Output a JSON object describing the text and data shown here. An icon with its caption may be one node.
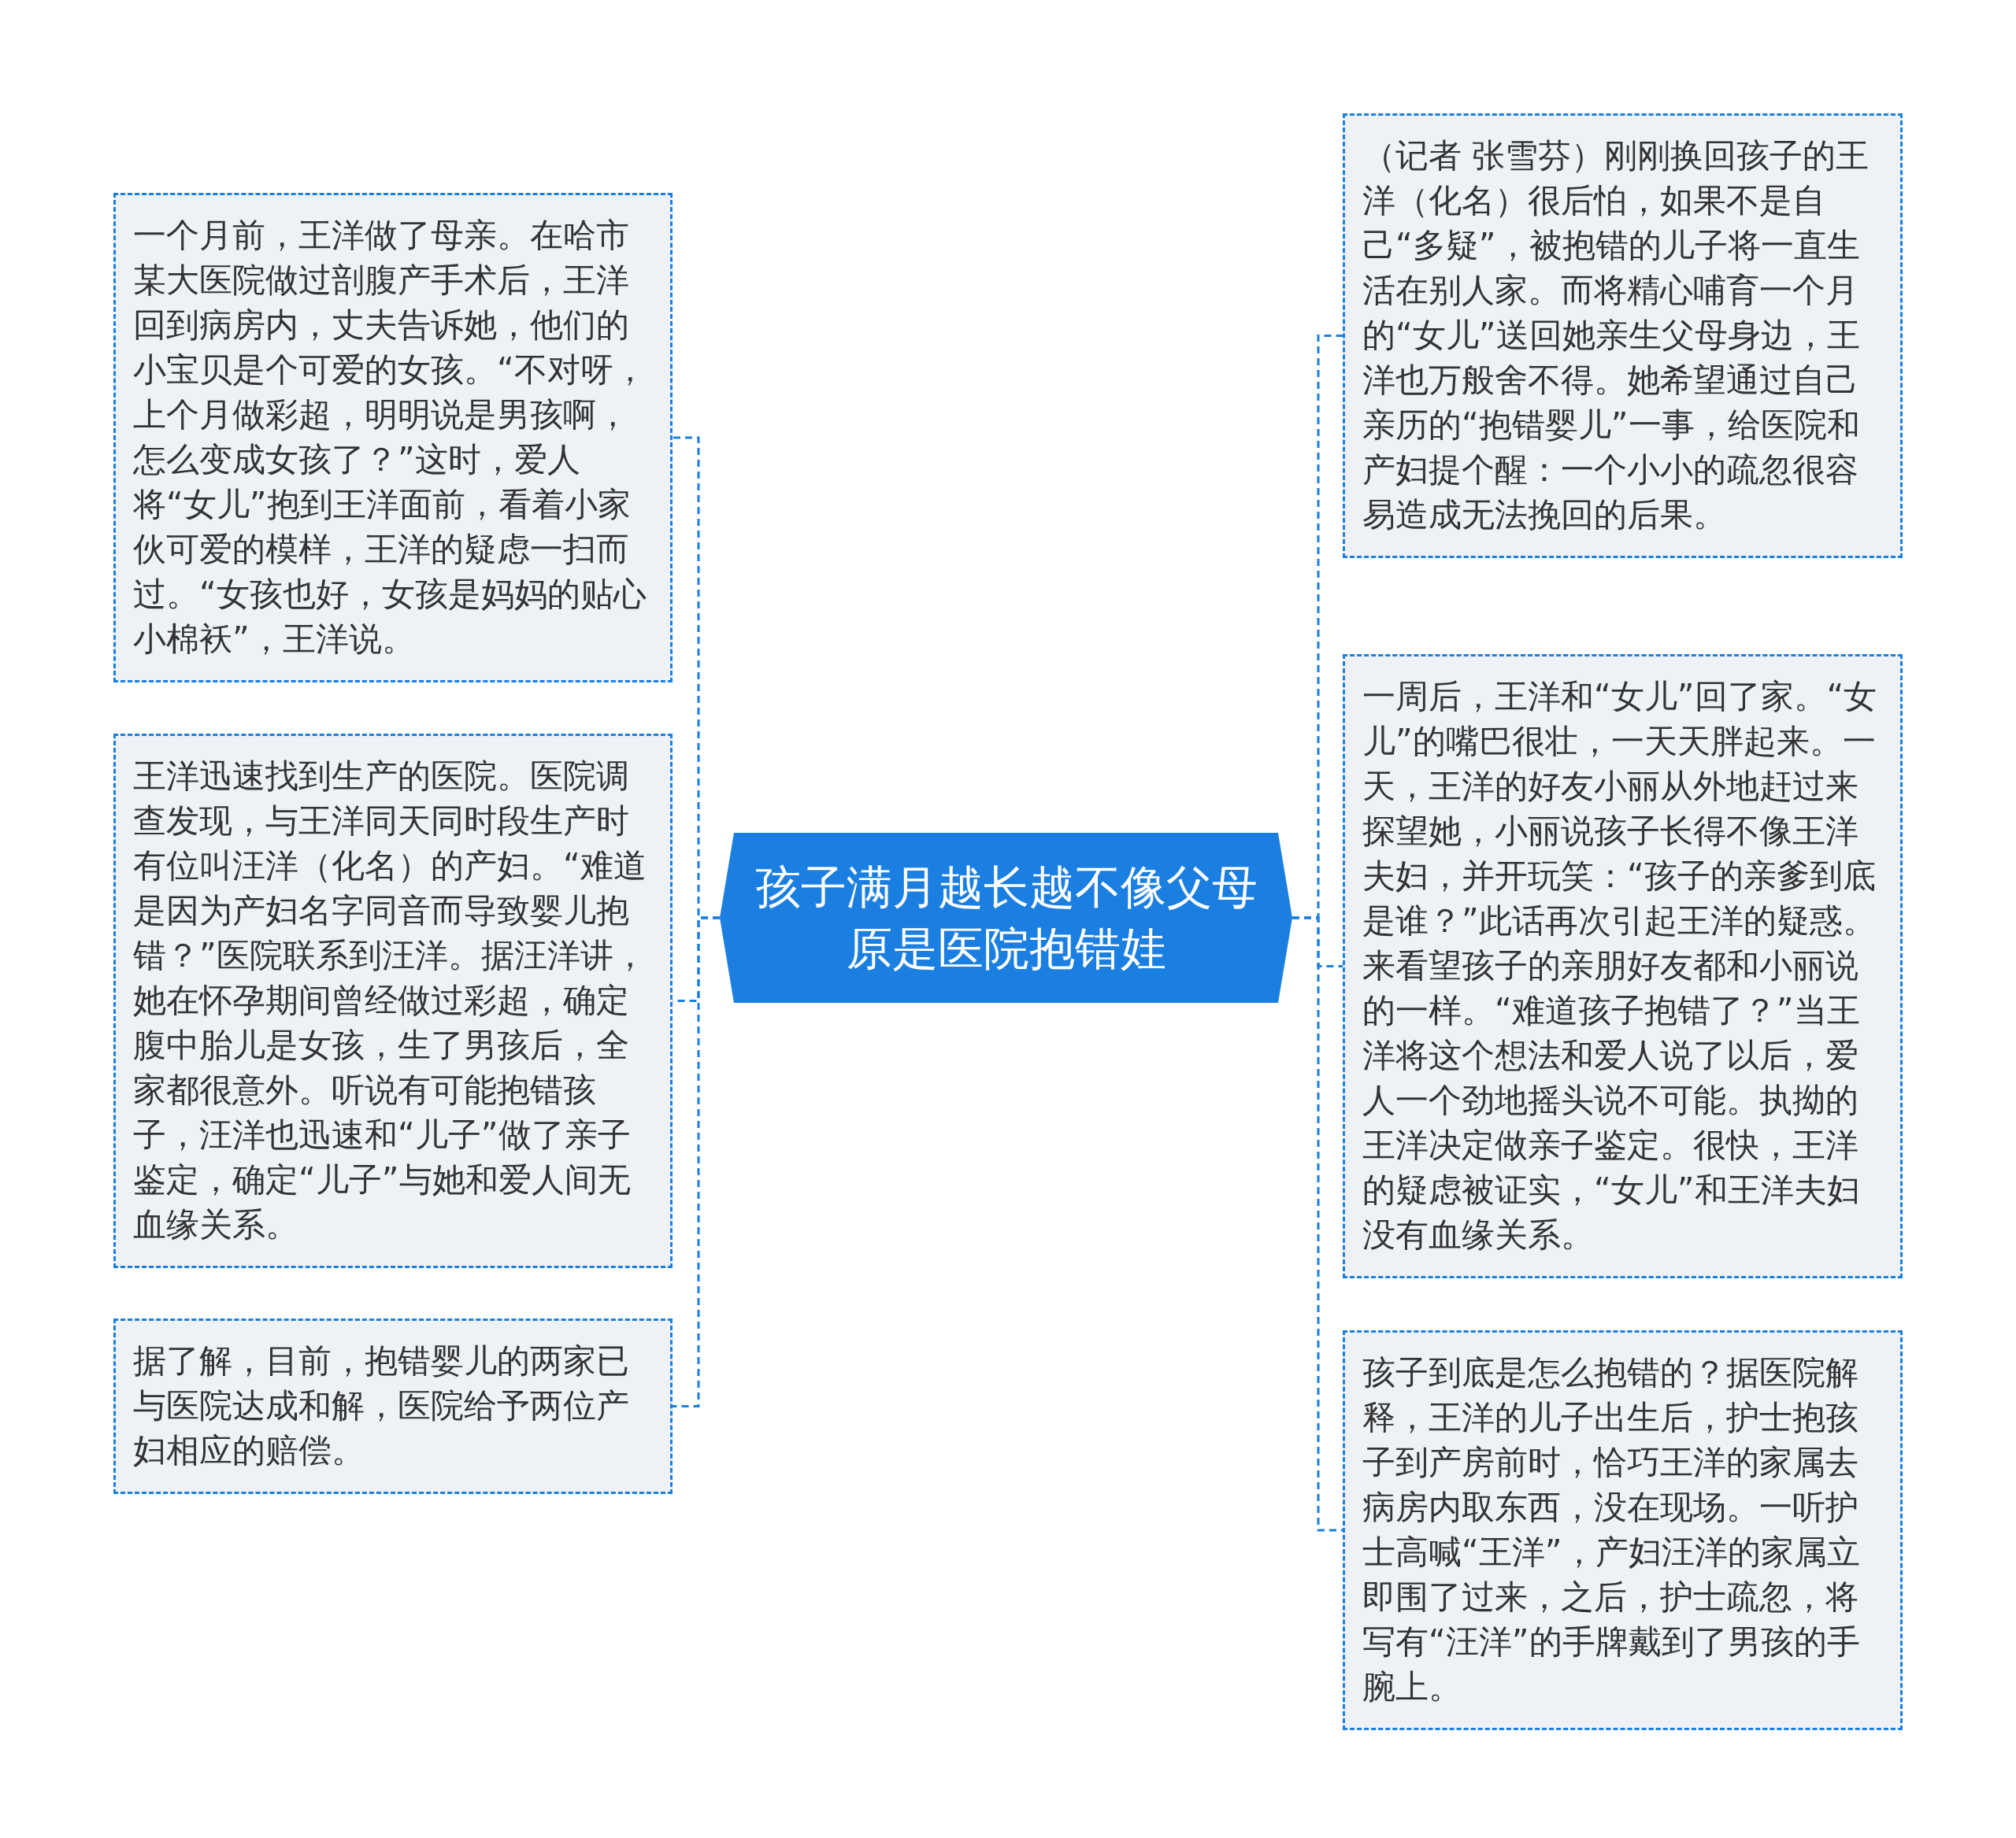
{
  "diagram": {
    "nodes": [
      {
        "text": [
          "孩子满月越长越不像父母原是医院抱错娃"
        ]
      },
      {
        "text": [
          "一个月前，王洋做了母亲。在哈市某大医院做过剖腹产手术后，王洋回到病房内，丈夫告诉她，他们的小宝贝是个可爱的女孩。“不对呀，上个月做彩超，明明说是男孩啊，怎么变成女孩了？”这时，爱人将“女儿”抱到王洋面前，看着小家伙可爱的模样，王洋的疑虑一扫而过。“女孩也好，女孩是妈妈的贴心小棉袄”，王洋说。"
        ]
      },
      {
        "text": [
          "王洋迅速找到生产的医院。医院调查发现，与王洋同天同时段生产时有位叫汪洋（化名）的产妇。“难道是因为产妇名字同音而导致婴儿抱错？”医院联系到汪洋。据汪洋讲，她在怀孕期间曾经做过彩超，确定腹中胎儿是女孩，生了男孩后，全家都很意外。听说有可能抱错孩子，汪洋也迅速和“儿子”做了亲子鉴定，确定“儿子”与她和爱人间无血缘关系。"
        ]
      },
      {
        "text": [
          "据了解，目前，抱错婴儿的两家已与医院达成和解，医院给予两位产妇相应的赔偿。"
        ]
      },
      {
        "text": [
          "（记者 张雪芬）刚刚换回孩子的王洋（化名）很后怕，如果不是自己“多疑”，被抱错的儿子将一直生活在别人家。而将精心哺育一个月的“女儿”送回她亲生父母身边，王洋也万般舍不得。她希望通过自己亲历的“抱错婴儿”一事，给医院和产妇提个醒：一个小小的疏忽很容易造成无法挽回的后果。"
        ]
      },
      {
        "text": [
          "一周后，王洋和“女儿”回了家。“女儿”的嘴巴很壮，一天天胖起来。一天，王洋的好友小丽从外地赶过来探望她，小丽说孩子长得不像王洋夫妇，并开玩笑：“孩子的亲爹到底是谁？”此话再次引起王洋的疑惑。来看望孩子的亲朋好友都和小丽说的一样。“难道孩子抱错了？”当王洋将这个想法和爱人说了以后，爱人一个劲地摇头说不可能。执拗的王洋决定做亲子鉴定。很快，王洋的疑虑被证实，“女儿”和王洋夫妇没有血缘关系。"
        ]
      },
      {
        "text": [
          "孩子到底是怎么抱错的？据医院解释，王洋的儿子出生后，护士抱孩子到产房前时，恰巧王洋的家属去病房内取东西，没在现场。一听护士高喊“王洋”，产妇汪洋的家属立即围了过来，之后，护士疏忽，将写有“汪洋”的手牌戴到了男孩的手腕上。"
        ]
      }
    ],
    "edges": [
      {
        "from": 0,
        "to": 1,
        "arrow": "none"
      },
      {
        "from": 0,
        "to": 2,
        "arrow": "none"
      },
      {
        "from": 0,
        "to": 3,
        "arrow": "none"
      },
      {
        "from": 0,
        "to": 4,
        "arrow": "none"
      },
      {
        "from": 0,
        "to": 5,
        "arrow": "none"
      },
      {
        "from": 0,
        "to": 6,
        "arrow": "none"
      }
    ]
  }
}
